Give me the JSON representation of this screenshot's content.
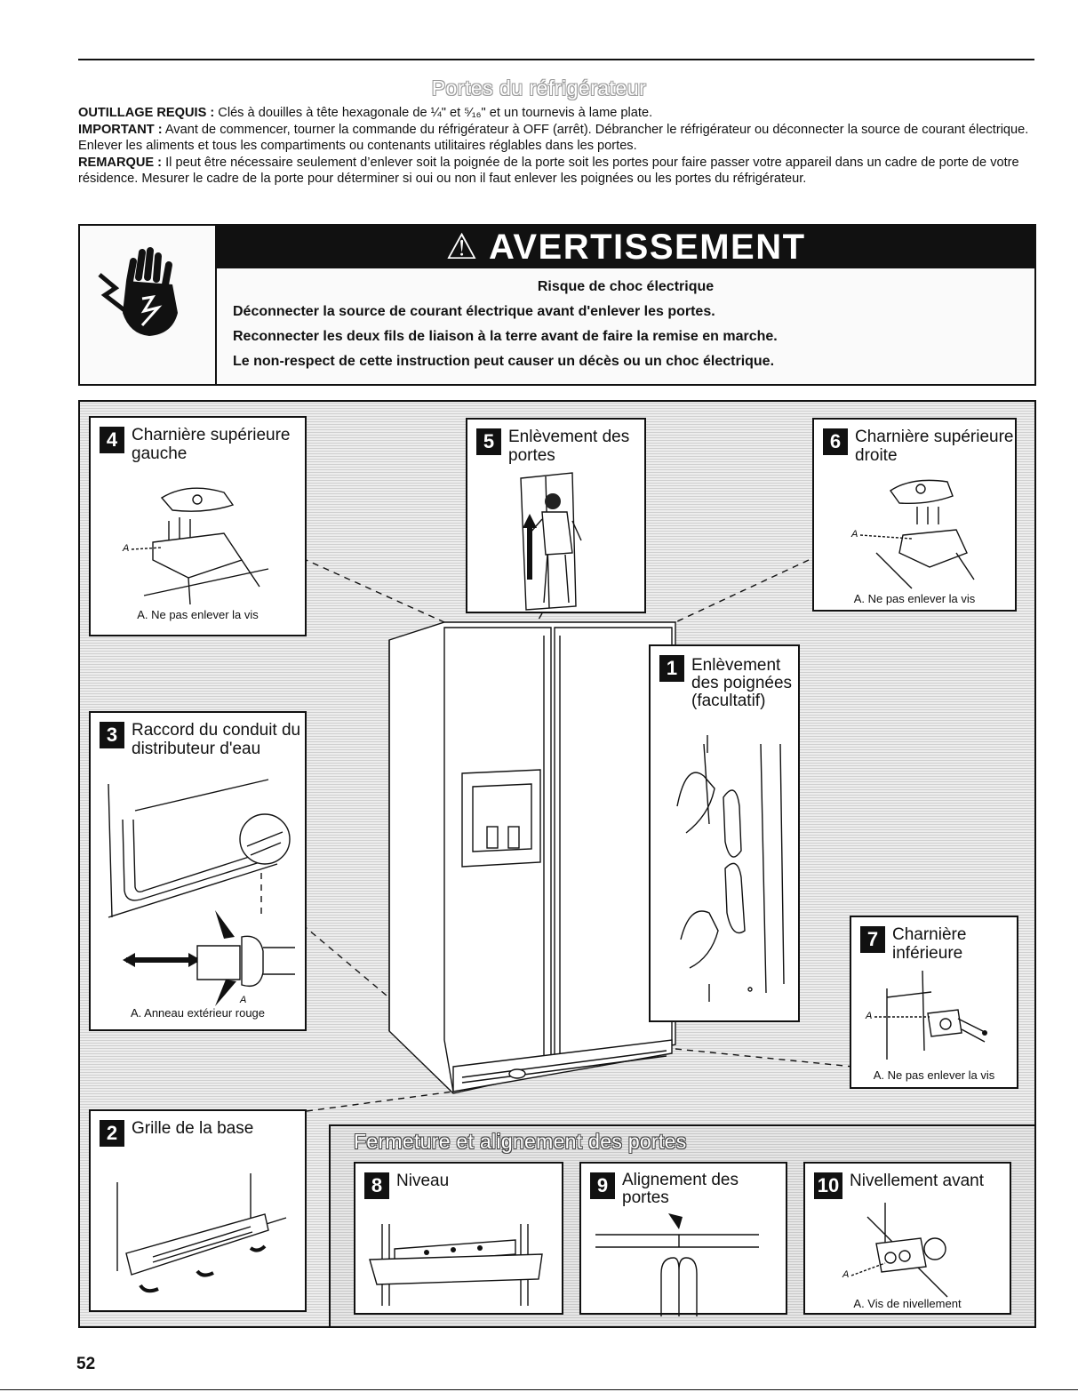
{
  "section_title": "Portes du réfrigérateur",
  "intro": {
    "tools_label": "OUTILLAGE REQUIS :",
    "tools_text": " Clés à douilles à tête hexagonale de ¼\" et ⁵⁄₁₆\" et un tournevis à lame plate.",
    "important_label": "IMPORTANT :",
    "important_text": " Avant de commencer, tourner la commande du réfrigérateur à OFF (arrêt). Débrancher le réfrigérateur ou déconnecter la source de courant électrique. Enlever les aliments et tous les compartiments ou contenants utilitaires réglables dans les portes.",
    "note_label": "REMARQUE :",
    "note_text": " Il peut être nécessaire seulement d’enlever soit la poignée de la porte soit les portes pour faire passer votre appareil dans un cadre de porte de votre résidence. Mesurer le cadre de la porte pour déterminer si oui ou non il faut enlever les poignées ou les portes du réfrigérateur."
  },
  "warning": {
    "icon": "electric-shock-hand-icon",
    "banner_symbol": "⚠",
    "banner": "AVERTISSEMENT",
    "heading": "Risque de choc électrique",
    "lines": [
      "Déconnecter la source de courant électrique avant d'enlever les portes.",
      "Reconnecter les deux fils de liaison à la terre avant de faire la remise en marche.",
      "Le non-respect de cette instruction peut causer un décès ou un choc électrique."
    ]
  },
  "steps": {
    "s1": {
      "num": "1",
      "title": "Enlèvement des poignées (facultatif)"
    },
    "s2": {
      "num": "2",
      "title": "Grille de la base"
    },
    "s3": {
      "num": "3",
      "title": "Raccord du conduit du distributeur d'eau",
      "marker": "A",
      "caption": "A. Anneau extérieur rouge"
    },
    "s4": {
      "num": "4",
      "title": "Charnière supérieure gauche",
      "marker": "A",
      "caption": "A. Ne pas enlever la vis"
    },
    "s5": {
      "num": "5",
      "title": "Enlèvement des portes"
    },
    "s6": {
      "num": "6",
      "title": "Charnière supérieure droite",
      "marker": "A",
      "caption": "A. Ne pas enlever la vis"
    },
    "s7": {
      "num": "7",
      "title": "Charnière inférieure",
      "marker": "A",
      "caption": "A. Ne pas enlever la vis"
    },
    "s8": {
      "num": "8",
      "title": "Niveau"
    },
    "s9": {
      "num": "9",
      "title": "Alignement des portes"
    },
    "s10": {
      "num": "10",
      "title": "Nivellement avant",
      "marker": "A",
      "caption": "A. Vis de nivellement"
    }
  },
  "closing_section_title": "Fermeture et alignement des portes",
  "page_number": "52"
}
